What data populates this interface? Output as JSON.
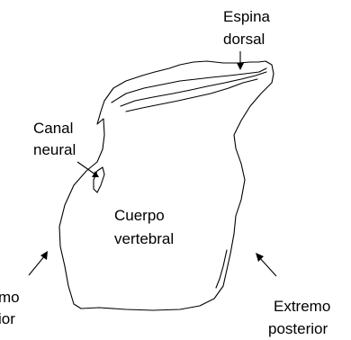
{
  "labels": {
    "espina_line1": "Espina",
    "espina_line2": "dorsal",
    "canal_line1": "Canal",
    "canal_line2": "neural",
    "cuerpo_line1": "Cuerpo",
    "cuerpo_line2": "vertebral",
    "extremo_left_line1": "mo",
    "extremo_left_line2": "ior",
    "extremo_right_line1": "Extremo",
    "extremo_right_line2": "posterior"
  }
}
